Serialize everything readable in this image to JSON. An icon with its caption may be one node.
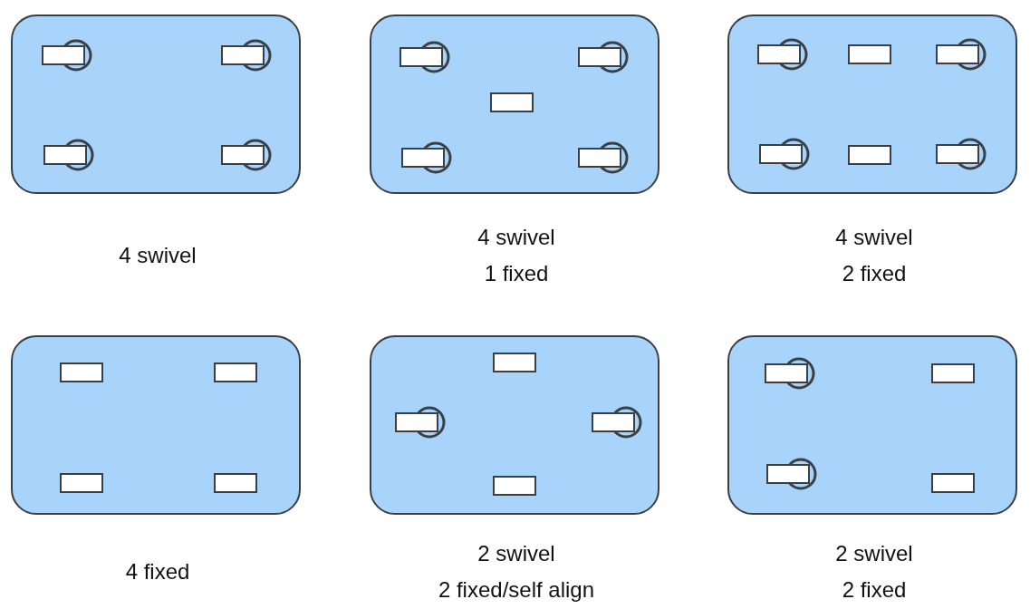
{
  "diagram": {
    "nodes": [
      {
        "text": [],
        "shape": "box",
        "beside": [
          "4 swivel"
        ]
      },
      {
        "text": [],
        "shape": "box",
        "beside": [
          "4 swivel",
          "1 fixed"
        ]
      },
      {
        "text": [],
        "shape": "box",
        "beside": [
          "4 swivel",
          "2 fixed"
        ]
      },
      {
        "text": [],
        "shape": "box",
        "beside": [
          "4 fixed"
        ]
      },
      {
        "text": [],
        "shape": "box",
        "beside": [
          "2 swivel",
          "2 fixed/self align"
        ]
      },
      {
        "text": [],
        "shape": "box",
        "beside": [
          "2 swivel",
          "2 fixed"
        ]
      }
    ]
  }
}
